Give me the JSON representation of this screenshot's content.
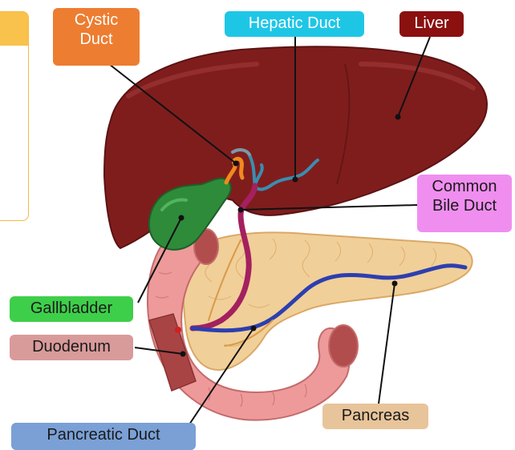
{
  "labels": {
    "cystic_duct": "Cystic\nDuct",
    "hepatic_duct": "Hepatic Duct",
    "liver": "Liver",
    "common_bile_duct": "Common\nBile Duct",
    "gallbladder": "Gallbladder",
    "duodenum": "Duodenum",
    "pancreas": "Pancreas",
    "pancreatic_duct": "Pancreatic Duct"
  },
  "colors": {
    "cystic_duct": "#ed7d31",
    "hepatic_duct": "#1ec6e6",
    "liver": "#8b1010",
    "common_bile_duct": "#f08ef0",
    "gallbladder": "#3ecf4a",
    "duodenum": "#d99a9a",
    "pancreas": "#e8c49a",
    "pancreatic_duct": "#7aa0d6",
    "side_panel_accent": "#f9c24c"
  }
}
